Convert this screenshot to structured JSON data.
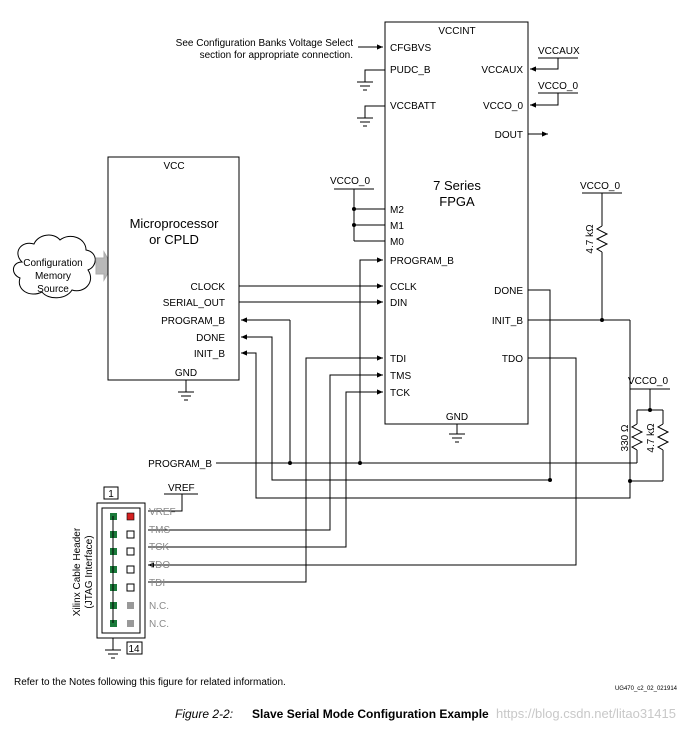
{
  "fpga": {
    "supply": "VCCINT",
    "name1": "7 Series",
    "name2": "FPGA",
    "gnd": "GND",
    "pins_left": [
      "CFGBVS",
      "PUDC_B",
      "VCCBATT",
      "M2",
      "M1",
      "M0",
      "PROGRAM_B",
      "CCLK",
      "DIN",
      "TDI",
      "TMS",
      "TCK"
    ],
    "pins_right": [
      "VCCAUX",
      "VCCO_0",
      "DOUT",
      "DONE",
      "INIT_B",
      "TDO"
    ]
  },
  "cfgbvs_note": [
    "See Configuration Banks Voltage Select",
    "section for appropriate connection."
  ],
  "mcu": {
    "supply": "VCC",
    "name1": "Microprocessor",
    "name2": "or CPLD",
    "gnd": "GND",
    "pins": [
      "CLOCK",
      "SERIAL_OUT",
      "PROGRAM_B",
      "DONE",
      "INIT_B"
    ]
  },
  "memory": {
    "line1": "Configuration",
    "line2": "Memory",
    "line3": "Source"
  },
  "rails": {
    "vccaux": "VCCAUX",
    "vcco_top": "VCCO_0",
    "vcco_mode": "VCCO_0",
    "vcco_done": "VCCO_0",
    "vcco_prog": "VCCO_0",
    "vref": "VREF"
  },
  "resistors": {
    "done_pullup": "4.7 kΩ",
    "prog_pullup": "330 Ω",
    "init_pullup": "4.7 kΩ"
  },
  "program_b_net": "PROGRAM_B",
  "header": {
    "title": "Xilinx Cable Header",
    "subtitle": "(JTAG Interface)",
    "pin_first": "1",
    "pin_last": "14",
    "pins": [
      "VREF",
      "TMS",
      "TCK",
      "TDO",
      "TDI",
      "N.C.",
      "N.C."
    ]
  },
  "notes": "Refer to the Notes following this figure for related information.",
  "doc_id": "UG470_c2_02_021914",
  "caption": {
    "number": "Figure 2-2:",
    "title": "Slave Serial Mode Configuration Example"
  },
  "watermark": "https://blog.csdn.net/litao31415",
  "colors": {
    "pin_active": "#1a7a3a",
    "pin_vref": "#d42020",
    "pin_nc": "#999999"
  }
}
